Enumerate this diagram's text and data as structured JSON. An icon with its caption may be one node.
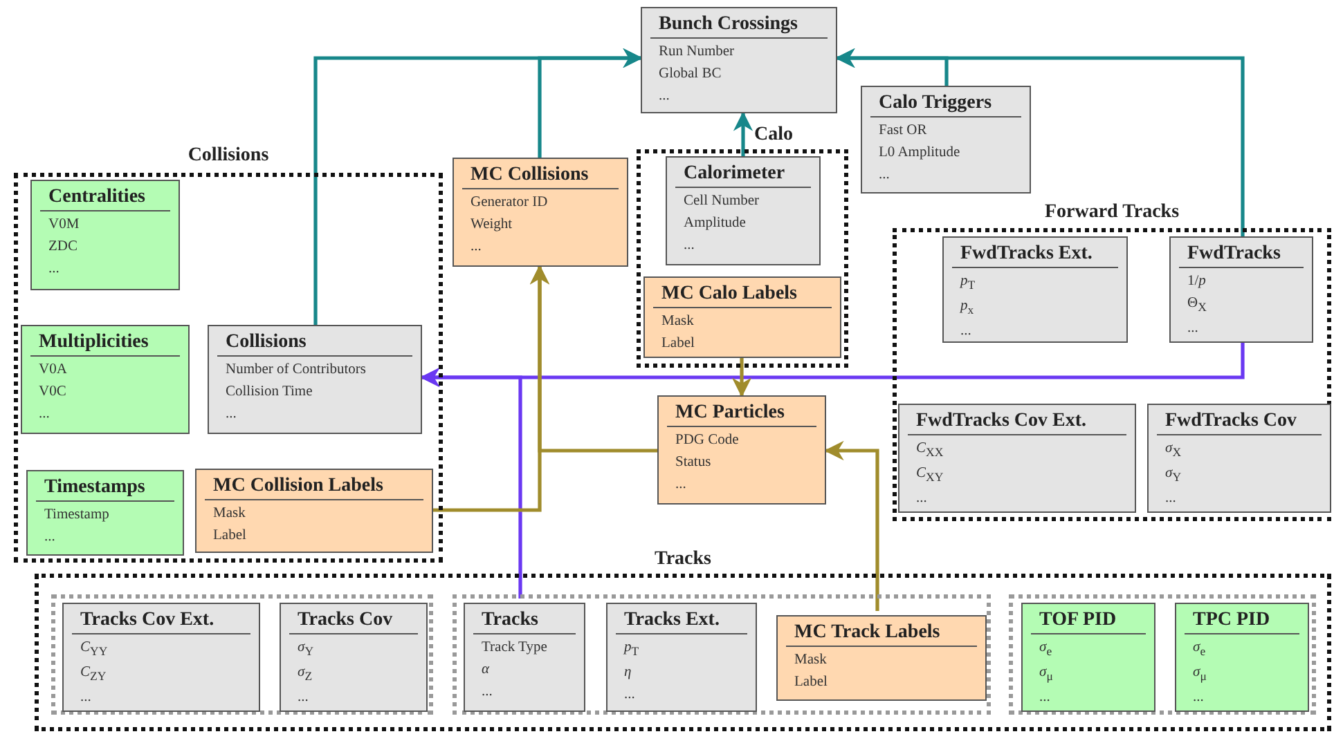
{
  "diagram": {
    "nodes": [
      {
        "text": [
          "Bunch Crossings",
          "Run Number",
          "Global BC",
          "..."
        ]
      },
      {
        "text": [
          "Calo Triggers",
          "Fast OR",
          "L0 Amplitude",
          "..."
        ]
      },
      {
        "text": [
          "Collisions"
        ]
      },
      {
        "text": [
          "Centralities",
          "V0M",
          "ZDC",
          "..."
        ],
        "in": 2
      },
      {
        "text": [
          "Multiplicities",
          "V0A",
          "V0C",
          "..."
        ],
        "in": 2
      },
      {
        "text": [
          "Collisions",
          "Number of Contributors",
          "Collision Time",
          "..."
        ],
        "in": 2
      },
      {
        "text": [
          "Timestamps",
          "Timestamp",
          "..."
        ],
        "in": 2
      },
      {
        "text": [
          "MC Collision Labels",
          "Mask",
          "Label"
        ],
        "in": 2
      },
      {
        "text": [
          "MC Collisions",
          "Generator ID",
          "Weight",
          "..."
        ]
      },
      {
        "text": [
          "Calo"
        ]
      },
      {
        "text": [
          "Calorimeter",
          "Cell Number",
          "Amplitude",
          "..."
        ],
        "in": 9
      },
      {
        "text": [
          "MC Calo Labels",
          "Mask",
          "Label"
        ],
        "in": 9
      },
      {
        "text": [
          "Forward Tracks"
        ]
      },
      {
        "text": [
          "FwdTracks Ext.",
          "*p*$_{T}$",
          "*p*$_{x}$",
          "..."
        ],
        "in": 12
      },
      {
        "text": [
          "FwdTracks",
          "1/*p*",
          "Θ$_{X}$",
          "..."
        ],
        "in": 12
      },
      {
        "text": [
          "FwdTracks Cov Ext.",
          "*C*$_{XX}$",
          "*C*$_{XY}$",
          "..."
        ],
        "in": 12
      },
      {
        "text": [
          "FwdTracks Cov",
          "*σ*$_{X}$",
          "*σ*$_{Y}$",
          "..."
        ],
        "in": 12
      },
      {
        "text": [
          "MC Particles",
          "PDG Code",
          "Status",
          "..."
        ]
      },
      {
        "text": [
          "Tracks"
        ]
      },
      {
        "text": [],
        "shape": "box",
        "in": 18
      },
      {
        "text": [
          "Tracks Cov Ext.",
          "*C*$_{YY}$",
          "*C*$_{ZY}$",
          "..."
        ],
        "in": 19
      },
      {
        "text": [
          "Tracks Cov",
          "*σ*$_{Y}$",
          "*σ*$_{Z}$",
          "..."
        ],
        "in": 19
      },
      {
        "text": [],
        "shape": "box",
        "in": 18
      },
      {
        "text": [
          "Tracks",
          "Track Type",
          "*α*",
          "..."
        ],
        "in": 22
      },
      {
        "text": [
          "Tracks Ext.",
          "*p*$_{T}$",
          "*η*",
          "..."
        ],
        "in": 22
      },
      {
        "text": [
          "MC Track Labels",
          "Mask",
          "Label"
        ],
        "in": 22
      },
      {
        "text": [],
        "shape": "box",
        "in": 18
      },
      {
        "text": [
          "TOF PID",
          "*σ*$_{e}$",
          "*σ*$_{μ}$",
          "..."
        ],
        "in": 26
      },
      {
        "text": [
          "TPC PID",
          "*σ*$_{e}$",
          "*σ*$_{μ}$",
          "..."
        ],
        "in": 26
      }
    ],
    "edges": [
      {
        "from": 5,
        "to": 0,
        "arrow": "to"
      },
      {
        "from": 8,
        "to": 0,
        "arrow": "to"
      },
      {
        "from": 10,
        "to": 0,
        "arrow": "to"
      },
      {
        "from": 1,
        "to": 0,
        "arrow": "to"
      },
      {
        "from": 14,
        "to": 0,
        "arrow": "to"
      },
      {
        "from": 14,
        "to": 5,
        "arrow": "to",
        "color": "#6a38f2"
      },
      {
        "from": 23,
        "to": 5,
        "arrow": "to",
        "color": "#6a38f2"
      },
      {
        "from": 7,
        "to": 8,
        "arrow": "to",
        "color": "#a08c2c"
      },
      {
        "from": 17,
        "to": 8,
        "arrow": "to",
        "color": "#a08c2c"
      },
      {
        "from": 11,
        "to": 17,
        "arrow": "to",
        "color": "#a08c2c"
      },
      {
        "from": 25,
        "to": 17,
        "arrow": "to",
        "color": "#a08c2c"
      }
    ]
  }
}
